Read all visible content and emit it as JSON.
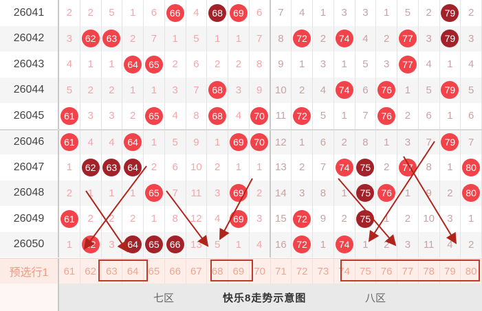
{
  "chart_data": {
    "type": "table",
    "title": "快乐8走势示意图",
    "zones": [
      "七区",
      "八区"
    ],
    "columns": [
      61,
      62,
      63,
      64,
      65,
      66,
      67,
      68,
      69,
      70,
      71,
      72,
      73,
      74,
      75,
      76,
      77,
      78,
      79,
      80
    ],
    "rows": [
      {
        "issue": "26041",
        "cells": [
          2,
          2,
          5,
          1,
          6,
          66,
          4,
          68,
          69,
          6,
          7,
          4,
          1,
          3,
          3,
          1,
          5,
          2,
          79,
          2
        ],
        "dark_balls": [
          68,
          79
        ]
      },
      {
        "issue": "26042",
        "cells": [
          3,
          62,
          63,
          2,
          7,
          1,
          5,
          1,
          1,
          7,
          8,
          72,
          2,
          74,
          4,
          2,
          77,
          3,
          79,
          3
        ],
        "dark_balls": [
          79
        ]
      },
      {
        "issue": "26043",
        "cells": [
          4,
          1,
          1,
          64,
          65,
          2,
          6,
          2,
          2,
          8,
          9,
          1,
          3,
          1,
          5,
          3,
          77,
          4,
          1,
          4
        ],
        "dark_balls": []
      },
      {
        "issue": "26044",
        "cells": [
          5,
          2,
          2,
          1,
          1,
          3,
          7,
          68,
          3,
          9,
          10,
          2,
          4,
          74,
          6,
          76,
          1,
          5,
          79,
          5
        ],
        "dark_balls": []
      },
      {
        "issue": "26045",
        "cells": [
          61,
          3,
          3,
          2,
          65,
          4,
          8,
          68,
          4,
          70,
          11,
          72,
          5,
          1,
          7,
          76,
          2,
          6,
          1,
          6
        ],
        "dark_balls": []
      },
      {
        "issue": "26046",
        "cells": [
          61,
          4,
          4,
          64,
          1,
          5,
          9,
          1,
          69,
          70,
          12,
          1,
          6,
          2,
          8,
          1,
          3,
          7,
          79,
          7
        ],
        "dark_balls": []
      },
      {
        "issue": "26047",
        "cells": [
          1,
          62,
          63,
          64,
          2,
          6,
          10,
          2,
          1,
          1,
          13,
          2,
          7,
          74,
          75,
          2,
          77,
          8,
          1,
          80
        ],
        "dark_balls": [
          62,
          63,
          64,
          75
        ]
      },
      {
        "issue": "26048",
        "cells": [
          2,
          1,
          1,
          1,
          65,
          7,
          11,
          3,
          69,
          2,
          14,
          3,
          8,
          1,
          75,
          76,
          1,
          9,
          2,
          80
        ],
        "dark_balls": [
          75
        ]
      },
      {
        "issue": "26049",
        "cells": [
          61,
          2,
          2,
          2,
          1,
          8,
          12,
          4,
          69,
          3,
          15,
          72,
          9,
          2,
          75,
          1,
          2,
          10,
          3,
          1
        ],
        "dark_balls": [
          75
        ]
      },
      {
        "issue": "26050",
        "cells": [
          1,
          62,
          3,
          64,
          65,
          66,
          13,
          5,
          1,
          4,
          16,
          72,
          1,
          74,
          1,
          2,
          3,
          11,
          4,
          2
        ],
        "dark_balls": [
          64,
          65,
          66
        ]
      }
    ],
    "preselect_row": {
      "label": "预选行1",
      "values": [
        61,
        62,
        63,
        64,
        65,
        66,
        67,
        68,
        69,
        70,
        71,
        72,
        73,
        74,
        75,
        76,
        77,
        78,
        79,
        80
      ]
    },
    "highlight_boxes": [
      [
        63,
        64
      ],
      [
        68,
        69
      ],
      [
        74,
        75,
        76,
        77,
        78,
        79,
        80
      ]
    ]
  },
  "colors": {
    "ball": "#f2434a",
    "ball_dark": "#a3222a",
    "miss_zone7": "#f7a4a8",
    "miss_zone8": "#c8a2a4",
    "arrow": "#b0241c",
    "box": "#c0392b"
  },
  "footer": {
    "zone7": "七区",
    "zone8": "八区",
    "title": "快乐8走势示意图"
  }
}
